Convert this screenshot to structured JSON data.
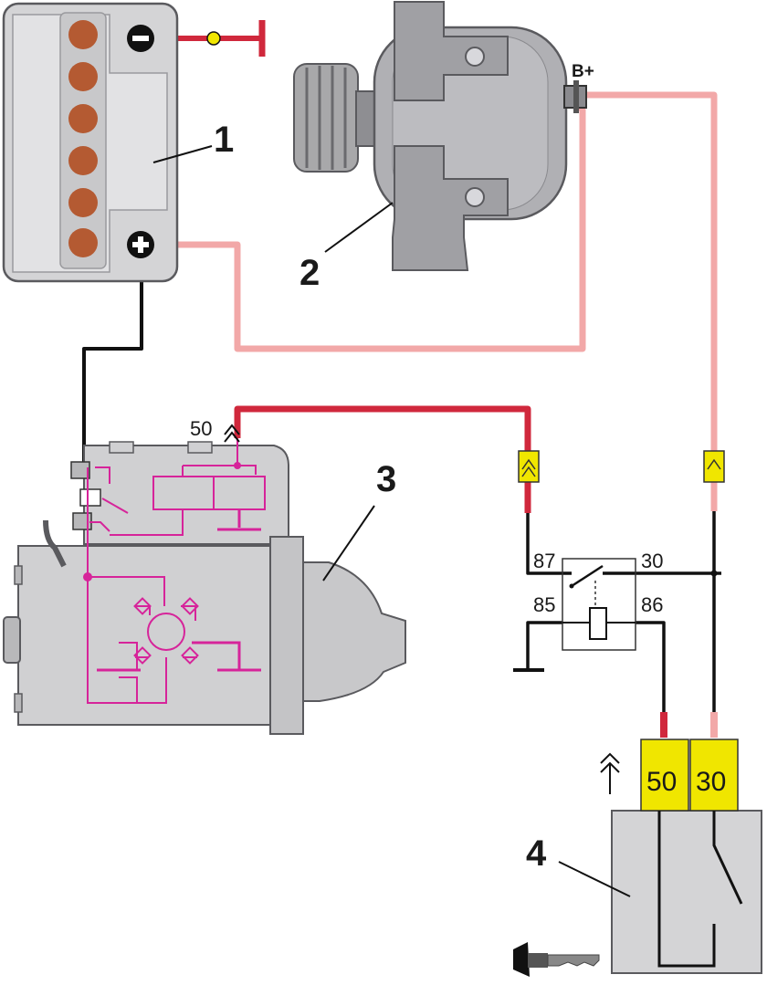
{
  "colors": {
    "battery_body": "#d4d4d6",
    "battery_cell": "#b45a32",
    "wire_pink": "#f2a8a8",
    "wire_red": "#d0283c",
    "wire_black": "#111111",
    "circuit_magenta": "#d6249a",
    "connector_yellow": "#f0e600",
    "metal_gray": "#a8a8aa"
  },
  "components": {
    "battery": {
      "label": "1",
      "minus_icon": "minus-icon",
      "plus_icon": "plus-icon"
    },
    "alternator": {
      "label": "2",
      "terminal": "B+"
    },
    "starter": {
      "label": "3",
      "terminal": "50"
    },
    "ignition_switch": {
      "label": "4",
      "pin_a": "50",
      "pin_b": "30",
      "key_icon": "key-icon"
    }
  },
  "relay": {
    "pin_87": "87",
    "pin_30": "30",
    "pin_85": "85",
    "pin_86": "86"
  }
}
